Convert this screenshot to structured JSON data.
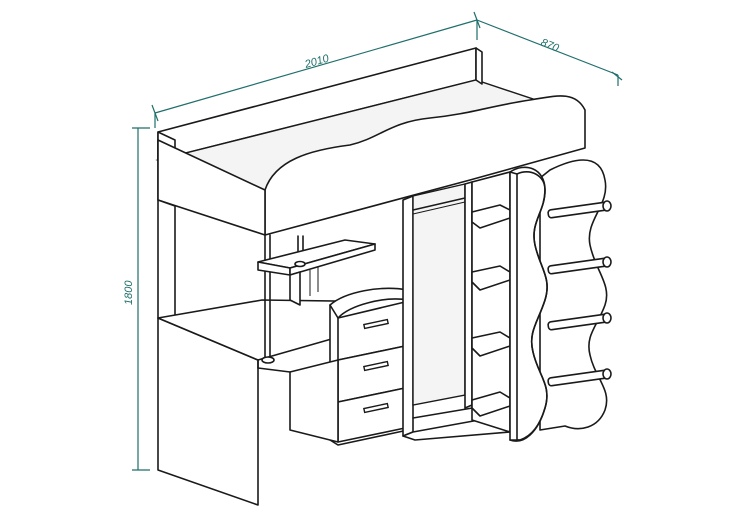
{
  "dimensions": {
    "width_label": "2010",
    "depth_label": "870",
    "height_label": "1800"
  },
  "colors": {
    "dimension_lines": "#1f6f6b",
    "outline": "#1a1a1a"
  }
}
